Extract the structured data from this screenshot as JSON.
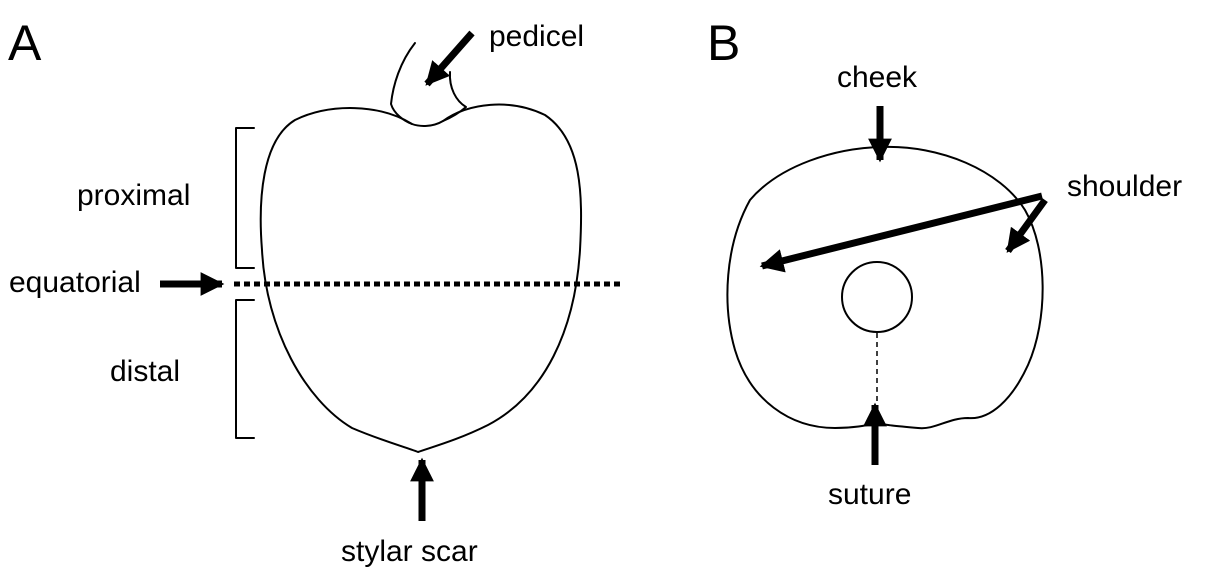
{
  "panel_a": {
    "letter": "A",
    "labels": {
      "pedicel": "pedicel",
      "proximal": "proximal",
      "equatorial": "equatorial",
      "distal": "distal",
      "stylar_scar": "stylar scar"
    }
  },
  "panel_b": {
    "letter": "B",
    "labels": {
      "cheek": "cheek",
      "shoulder": "shoulder",
      "suture": "suture"
    }
  },
  "colors": {
    "ink": "#000000",
    "background": "#ffffff"
  }
}
